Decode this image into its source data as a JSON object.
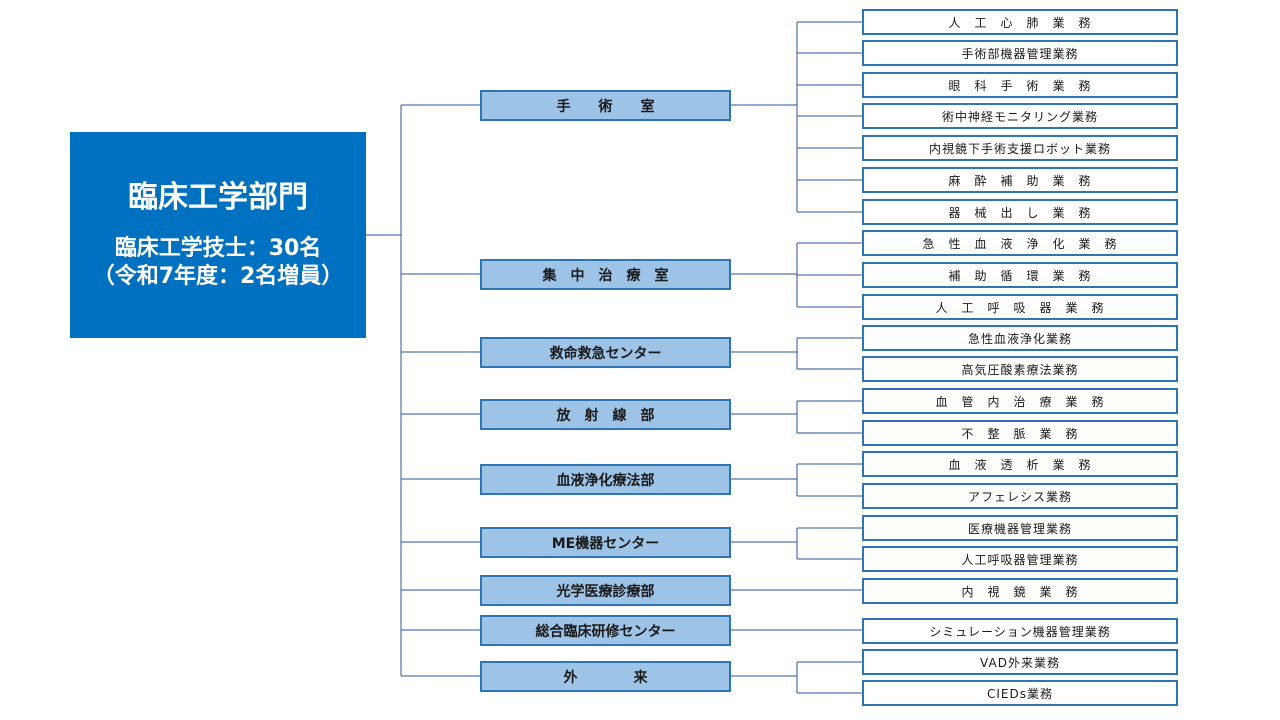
{
  "colors": {
    "root_bg": "#0070c0",
    "dept_bg": "#9dc3e6",
    "border": "#2e75b6",
    "connector": "#2e5597"
  },
  "root": {
    "title": "臨床工学部門",
    "line1": "臨床工学技士：30名",
    "line2": "（令和7年度：2名増員）"
  },
  "departments": [
    {
      "label": "手　　術　　室",
      "tasks": [
        "人　工　心　肺　業　務",
        "手術部機器管理業務",
        "眼　科　手　術　業　務",
        "術中神経モニタリング業務",
        "内視鏡下手術支援ロボット業務",
        "麻　酔　補　助　業　務",
        "器　械　出　し　業　務"
      ]
    },
    {
      "label": "集　中　治　療　室",
      "tasks": [
        "急　性　血　液　浄　化　業　務",
        "補　助　循　環　業　務",
        "人　工　呼　吸　器　業　務"
      ]
    },
    {
      "label": "救命救急センター",
      "tasks": [
        "急性血液浄化業務",
        "高気圧酸素療法業務"
      ]
    },
    {
      "label": "放　射　線　部",
      "tasks": [
        "血　管　内　治　療　業　務",
        "不　整　脈　業　務"
      ]
    },
    {
      "label": "血液浄化療法部",
      "tasks": [
        "血　液　透　析　業　務",
        "アフェレシス業務"
      ]
    },
    {
      "label": "ME機器センター",
      "tasks": [
        "医療機器管理業務",
        "人工呼吸器管理業務"
      ]
    },
    {
      "label": "光学医療診療部",
      "tasks": [
        "内　視　鏡　業　務"
      ]
    },
    {
      "label": "総合臨床研修センター",
      "tasks": [
        "シミュレーション機器管理業務"
      ]
    },
    {
      "label": "外　　　　来",
      "tasks": [
        "VAD外来業務",
        "CIEDs業務"
      ]
    }
  ]
}
